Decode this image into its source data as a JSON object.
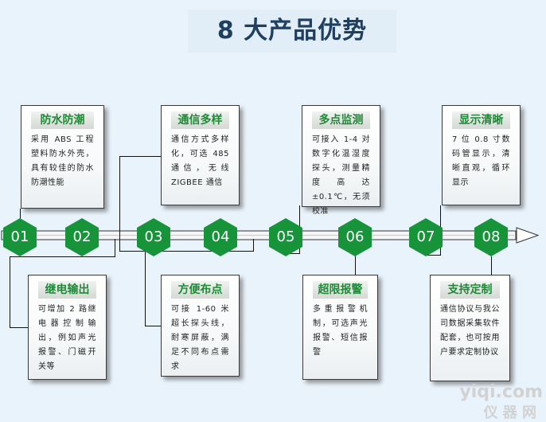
{
  "title": "8 大产品优势",
  "nodes": [
    {
      "label": "01",
      "side": "top",
      "head": "防水防潮",
      "body": "采用 ABS 工程塑料防水外壳，具有较佳的防水防潮性能"
    },
    {
      "label": "02",
      "side": "bottom",
      "head": "继电输出",
      "body": "可增加 2 路继电器控制输出，例如声光报警、门磁开关等"
    },
    {
      "label": "03",
      "side": "top",
      "head": "通信多样",
      "body": "通信方式多样化，可选 485 通信，无线 ZIGBEE 通信"
    },
    {
      "label": "04",
      "side": "bottom",
      "head": "方便布点",
      "body": "可接 1-60 米超长探头线，耐寒屏蔽，满足不同布点需求"
    },
    {
      "label": "05",
      "side": "top",
      "head": "多点监测",
      "body": "可接入 1-4 对数字化温湿度探头，测量精度高达±0.1℃，无须校准"
    },
    {
      "label": "06",
      "side": "bottom",
      "head": "超限报警",
      "body": "多重报警机制，可选声光报警、短信报警"
    },
    {
      "label": "07",
      "side": "top",
      "head": "显示清晰",
      "body": "7 位 0.8 寸数码管显示，清晰直观，循环显示"
    },
    {
      "label": "08",
      "side": "bottom",
      "head": "支持定制",
      "body": "通信协议与我公司数据采集软件配套，也可按用户要求定制协议"
    }
  ],
  "watermark": {
    "line1": "yiqi.com",
    "line2": "仪 器 网"
  },
  "colors": {
    "accent": "#17933a",
    "head_text": "#1e8a36",
    "title_text": "#1f3f60",
    "background": "#e9f3fb"
  }
}
